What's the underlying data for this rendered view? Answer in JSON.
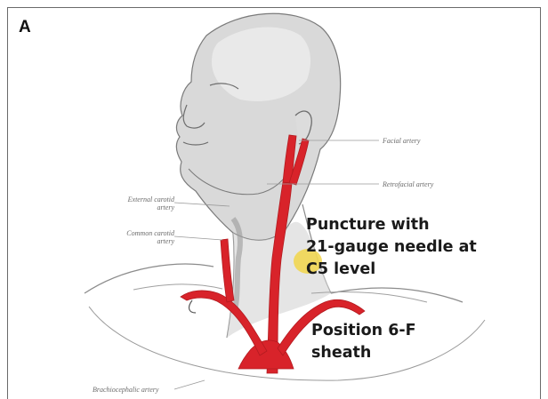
{
  "figure": {
    "panel_letter": "A",
    "anatomy_labels": {
      "facial_artery": "Facial artery",
      "retrofacial_artery": "Retrofacial artery",
      "external_carotid": [
        "External carotid",
        "artery"
      ],
      "common_carotid": [
        "Common carotid",
        "artery"
      ],
      "brachiocephalic": "Brachiocephalic artery"
    },
    "callouts": {
      "puncture": [
        "Puncture with",
        "21-gauge needle at",
        "C5 level"
      ],
      "position": [
        "Position 6-F",
        "sheath"
      ]
    },
    "colors": {
      "artery": "#d8232a",
      "puncture_site": "#f2d64a",
      "sketch": "#8a8a8a",
      "skin_shade": "#c9c9c9"
    }
  }
}
